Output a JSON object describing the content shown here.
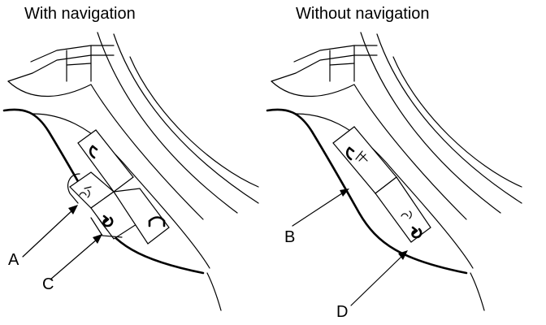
{
  "titles": {
    "left": "With navigation",
    "right": "Without navigation"
  },
  "callouts": {
    "a": "A",
    "b": "B",
    "c": "C",
    "d": "D"
  },
  "colors": {
    "line": "#000000",
    "background": "#ffffff"
  },
  "icons": {
    "phone_pickup": "phone-pickup-icon",
    "phone_hangup": "phone-hangup-icon",
    "voice_talk": "voice-talk-icon",
    "back": "back-icon"
  }
}
